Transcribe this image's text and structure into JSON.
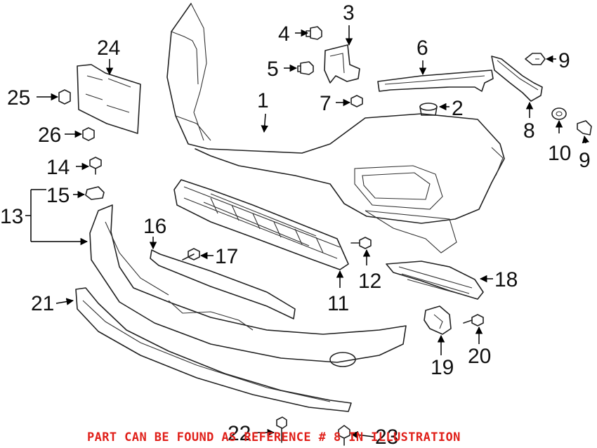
{
  "diagram": {
    "callouts": {
      "c1": "1",
      "c2": "2",
      "c3": "3",
      "c4": "4",
      "c5": "5",
      "c6": "6",
      "c7": "7",
      "c8": "8",
      "c9a": "9",
      "c9b": "9",
      "c10": "10",
      "c11": "11",
      "c12": "12",
      "c13": "13",
      "c14": "14",
      "c15": "15",
      "c16": "16",
      "c17": "17",
      "c18": "18",
      "c19": "19",
      "c20": "20",
      "c21": "21",
      "c22": "22",
      "c23": "23",
      "c24": "24",
      "c25": "25",
      "c26": "26"
    },
    "note": "PART CAN BE FOUND AS REFERENCE # 8 IN ILLUSTRATION",
    "colors": {
      "lines": "#222222",
      "note": "#e0201a"
    }
  }
}
